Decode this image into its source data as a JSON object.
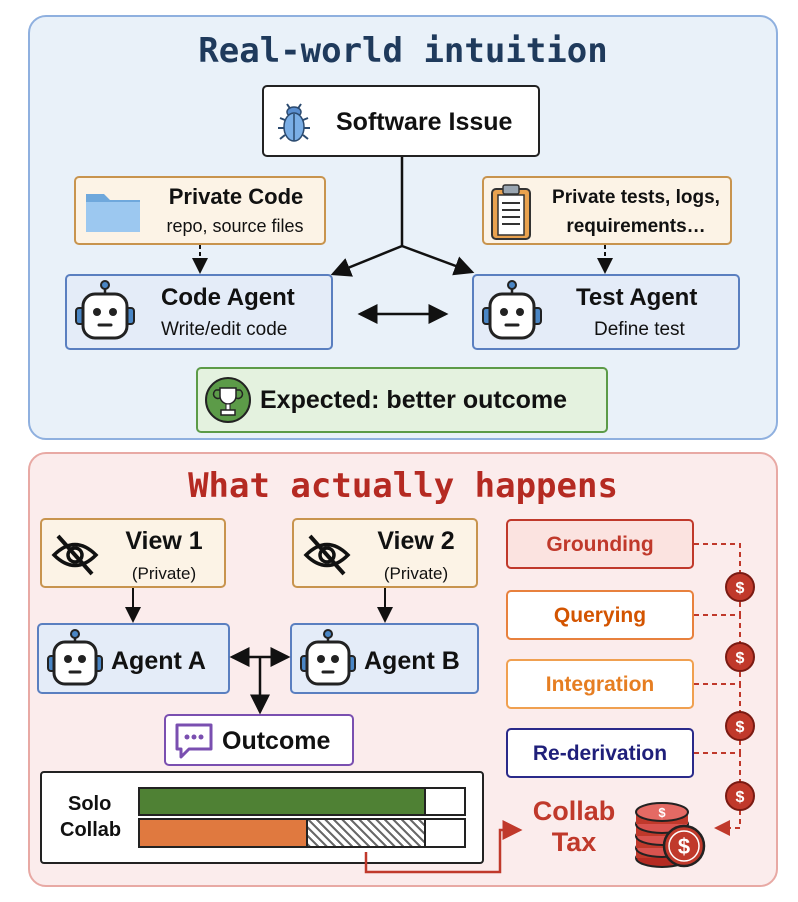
{
  "top": {
    "title": "Real-world intuition",
    "issue": "Software Issue",
    "private_code": {
      "title": "Private Code",
      "sub": "repo, source files"
    },
    "private_tests": {
      "line1": "Private tests, logs,",
      "line2": "requirements…"
    },
    "code_agent": {
      "title": "Code Agent",
      "sub": "Write/edit code"
    },
    "test_agent": {
      "title": "Test Agent",
      "sub": "Define test"
    },
    "expected": "Expected: better outcome"
  },
  "bottom": {
    "title": "What actually happens",
    "view1": {
      "title": "View 1",
      "sub": "(Private)"
    },
    "view2": {
      "title": "View 2",
      "sub": "(Private)"
    },
    "agent_a": "Agent A",
    "agent_b": "Agent B",
    "outcome": "Outcome",
    "bar_labels": {
      "solo": "Solo",
      "collab": "Collab"
    },
    "steps": [
      {
        "label": "Grounding",
        "color": "#c0392b"
      },
      {
        "label": "Querying",
        "color": "#d35400"
      },
      {
        "label": "Integration",
        "color": "#e67e22"
      },
      {
        "label": "Re-derivation",
        "color": "#1f1f7a"
      }
    ],
    "tax": {
      "line1": "Collab",
      "line2": "Tax"
    },
    "coin_symbol": "$"
  },
  "colors": {
    "solo_bar": "#4f8134",
    "collab_bar": "#e0793f",
    "tax_red": "#c0392b"
  }
}
